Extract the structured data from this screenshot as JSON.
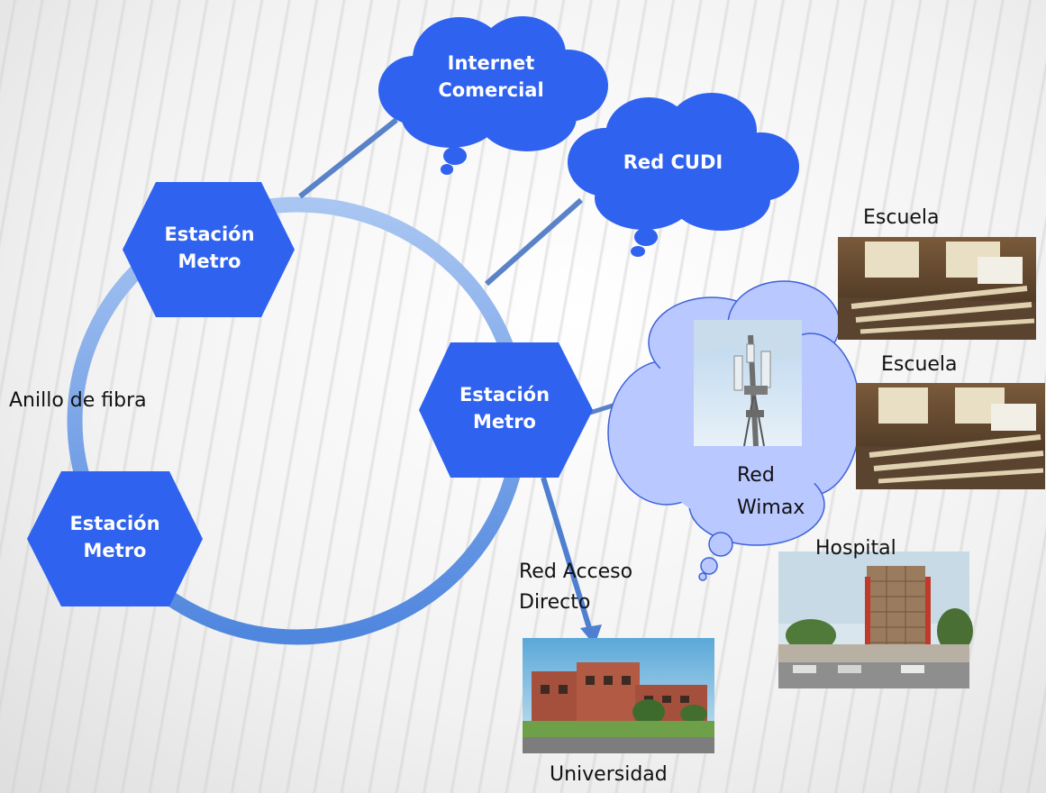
{
  "stations": [
    {
      "line1": "Estación",
      "line2": "Metro"
    },
    {
      "line1": "Estación",
      "line2": "Metro"
    },
    {
      "line1": "Estación",
      "line2": "Metro"
    }
  ],
  "clouds": {
    "internet": {
      "line1": "Internet",
      "line2": "Comercial"
    },
    "cudi": {
      "line1": "Red CUDI"
    }
  },
  "labels": {
    "ring": "Anillo de fibra",
    "wimax_line1": "Red",
    "wimax_line2": "Wimax",
    "access_line1": "Red Acceso",
    "access_line2": "Directo",
    "school1": "Escuela",
    "school2": "Escuela",
    "hospital": "Hospital",
    "university": "Universidad"
  },
  "colors": {
    "node_blue": "#2f62ee",
    "ring_blue": "#6f9ee6",
    "wimax_cloud": "#b9c8ff"
  },
  "icons": [
    "cell-tower-photo",
    "school-classroom-photo",
    "hospital-building-photo",
    "university-building-photo"
  ]
}
